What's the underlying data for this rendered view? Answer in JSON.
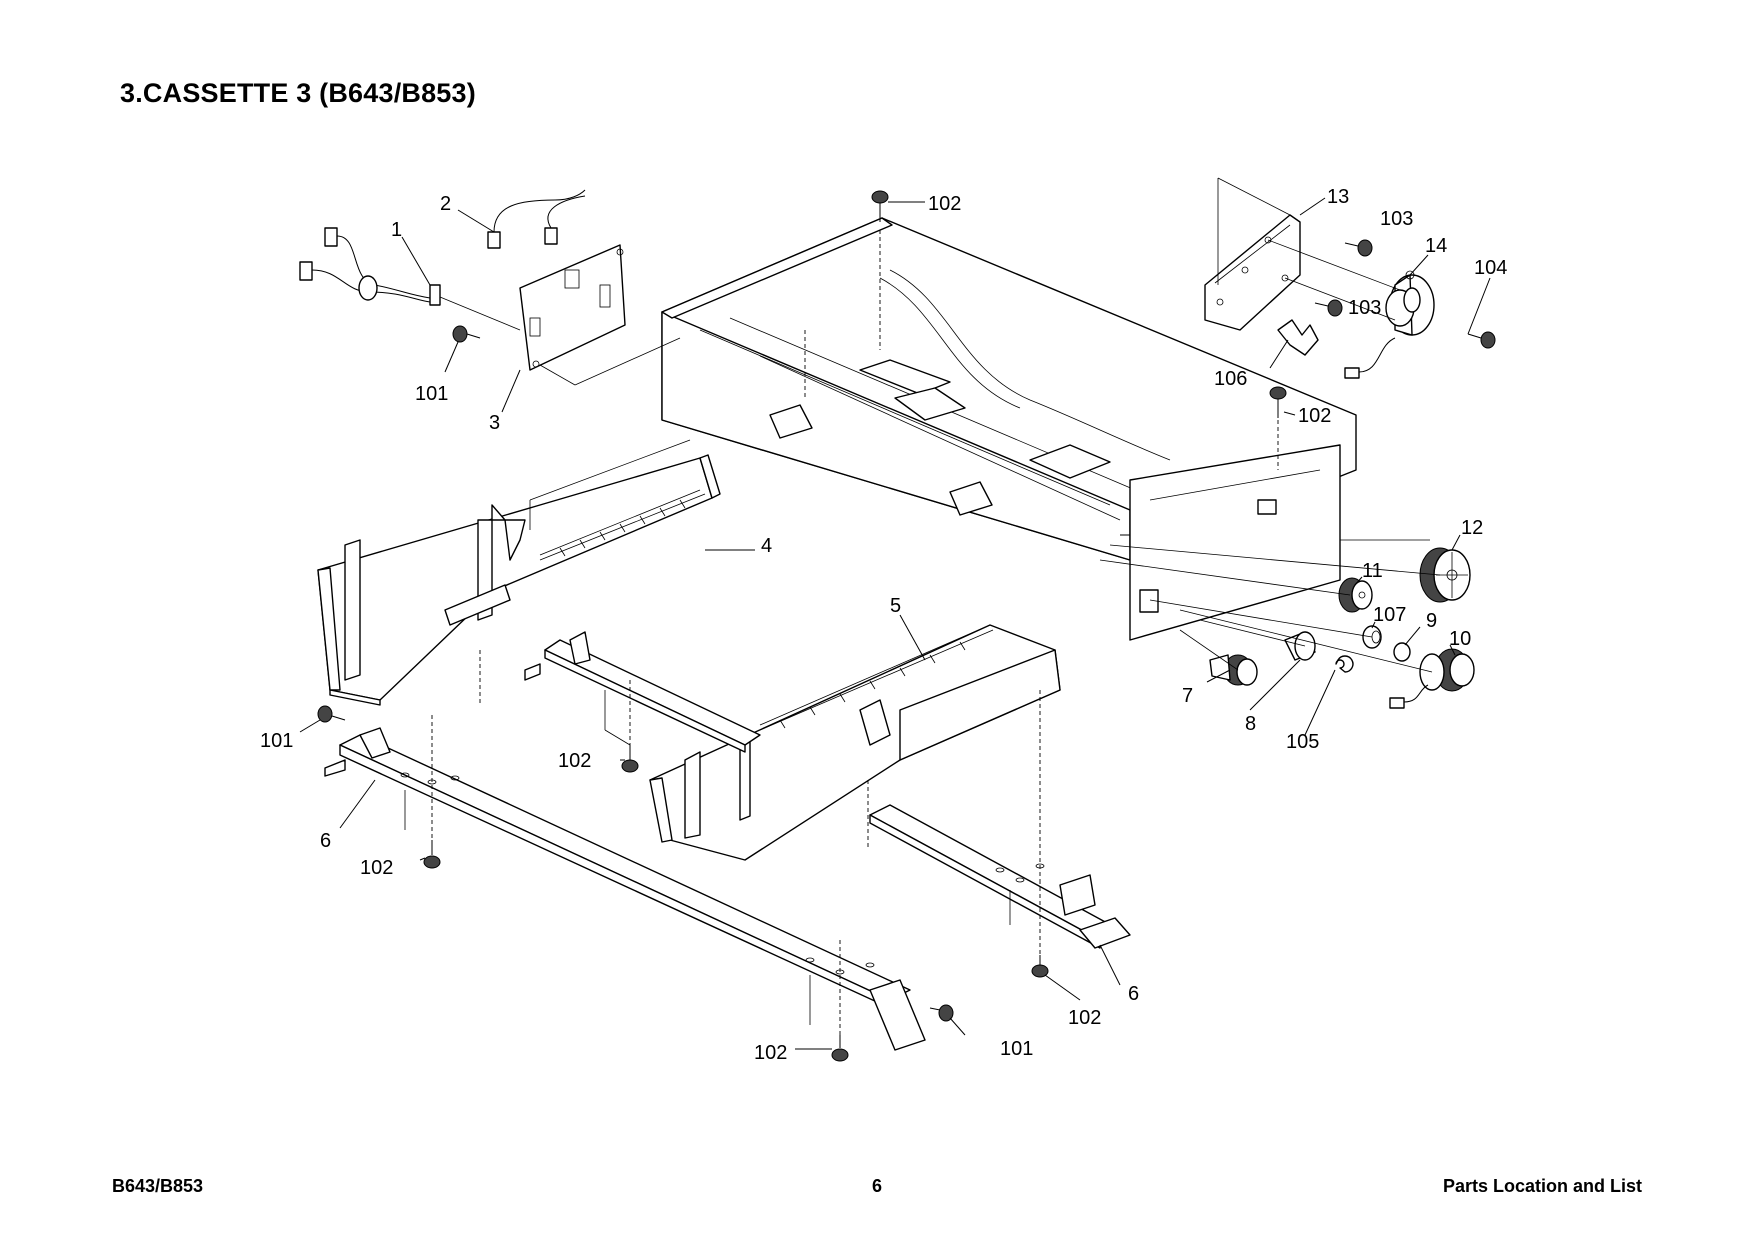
{
  "page": {
    "title": "3.CASSETTE 3 (B643/B853)",
    "footer_left": "B643/B853",
    "footer_center": "6",
    "footer_right": "Parts Location and List"
  },
  "callouts": {
    "c1": "1",
    "c2": "2",
    "c3": "3",
    "c4": "4",
    "c5": "5",
    "c6a": "6",
    "c6b": "6",
    "c7": "7",
    "c8": "8",
    "c9": "9",
    "c10": "10",
    "c11": "11",
    "c12": "12",
    "c13": "13",
    "c14": "14",
    "c101a": "101",
    "c101b": "101",
    "c101c": "101",
    "c102a": "102",
    "c102b": "102",
    "c102c": "102",
    "c102d": "102",
    "c102e": "102",
    "c102f": "102",
    "c103a": "103",
    "c103b": "103",
    "c104": "104",
    "c105": "105",
    "c106": "106",
    "c107": "107"
  }
}
